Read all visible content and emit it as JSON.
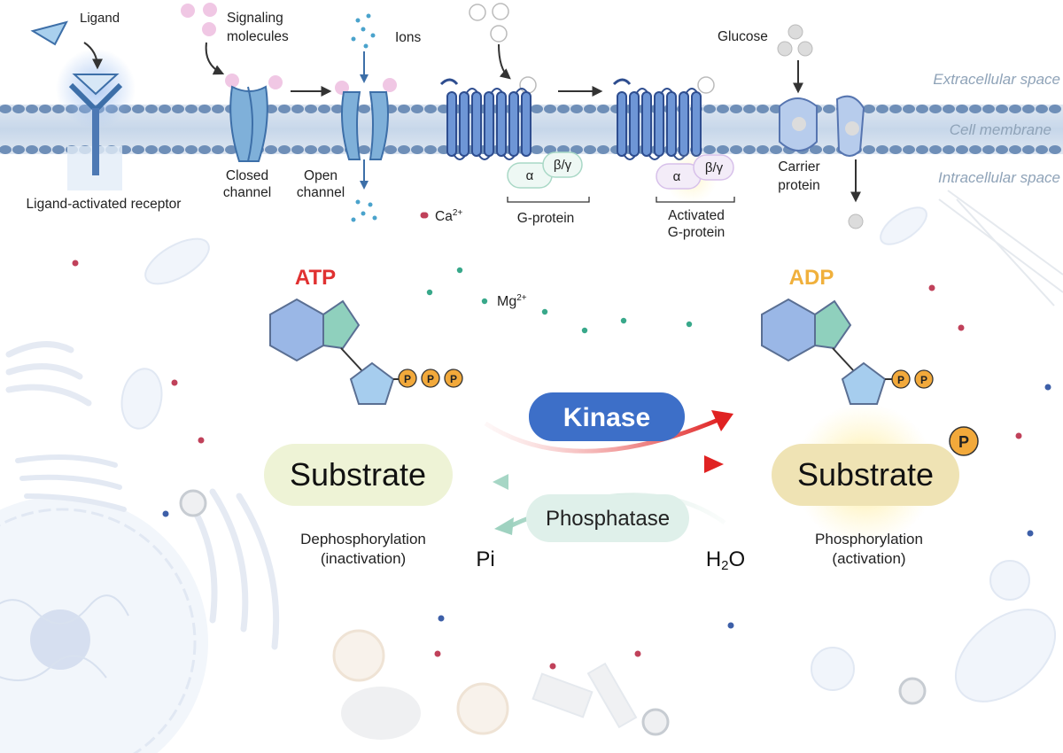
{
  "membrane": {
    "extracellular": "Extracellular space",
    "cell_membrane": "Cell membrane",
    "intracellular": "Intracellular space"
  },
  "top": {
    "ligand": "Ligand",
    "ligand_receptor": "Ligand-activated receptor",
    "signaling_line1": "Signaling",
    "signaling_line2": "molecules",
    "ions": "Ions",
    "closed_line1": "Closed",
    "closed_line2": "channel",
    "open_line1": "Open",
    "open_line2": "channel",
    "ca": "Ca",
    "ca_sup": "2+",
    "alpha": "α",
    "beta_gamma": "β/γ",
    "gprotein": "G-protein",
    "activated_line1": "Activated",
    "activated_line2": "G-protein",
    "glucose": "Glucose",
    "carrier_line1": "Carrier",
    "carrier_line2": "protein"
  },
  "reaction": {
    "atp": "ATP",
    "adp": "ADP",
    "mg": "Mg",
    "mg_sup": "2+",
    "phosphate": "P",
    "kinase": "Kinase",
    "phosphatase": "Phosphatase",
    "substrate_left": "Substrate",
    "substrate_right": "Substrate",
    "dephos_line1": "Dephosphorylation",
    "dephos_line2": "(inactivation)",
    "phos_line1": "Phosphorylation",
    "phos_line2": "(activation)",
    "pi": "Pi",
    "water": "H",
    "water_sub": "2",
    "water_o": "O"
  },
  "colors": {
    "atp": "#e03131",
    "adp": "#f0b03c",
    "kinase": "#3d6fc8",
    "kinase_arrow": "#e02222",
    "phosphatase": "#b9dfd3",
    "phosphate": "#f2a93b",
    "substrate_left": "#eef3d6",
    "substrate_right": "#efe3b4",
    "membrane": "#6f8fb8"
  }
}
